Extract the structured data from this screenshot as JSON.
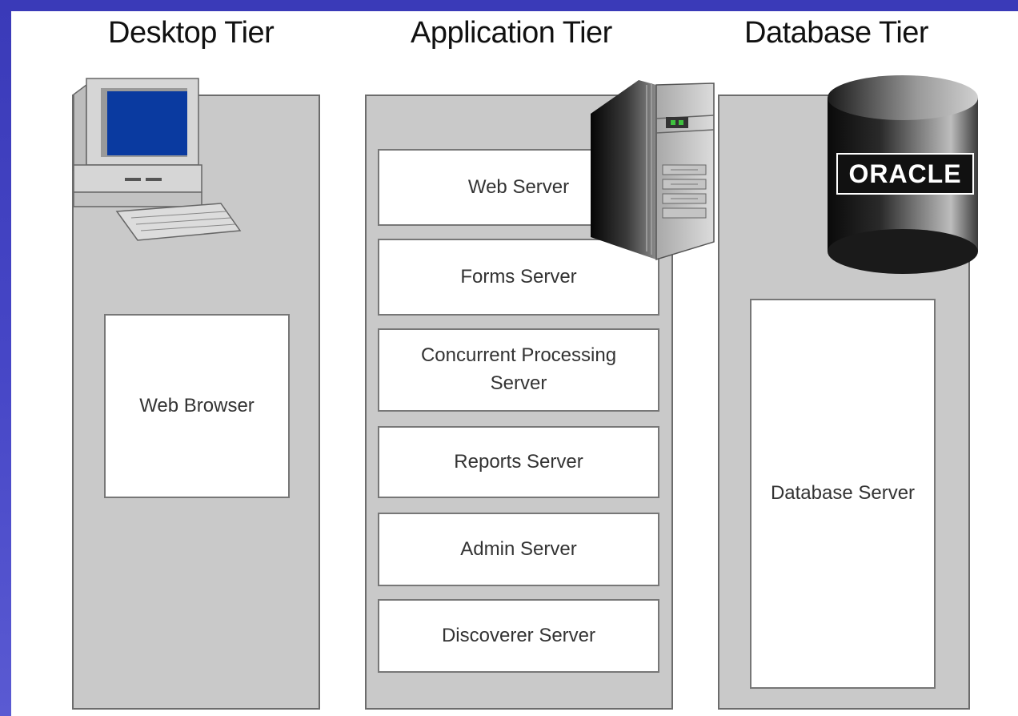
{
  "tiers": {
    "desktop": {
      "title": "Desktop Tier",
      "components": [
        "Web Browser"
      ]
    },
    "application": {
      "title": "Application Tier",
      "components": [
        "Web Server",
        "Forms Server",
        "Concurrent Processing Server",
        "Reports Server",
        "Admin Server",
        "Discoverer Server"
      ]
    },
    "database": {
      "title": "Database Tier",
      "components": [
        "Database Server"
      ],
      "logo_text": "ORACLE"
    }
  },
  "icons": {
    "desktop": "desktop-computer-icon",
    "application": "server-tower-icon",
    "database": "database-cylinder-icon"
  },
  "colors": {
    "frame": "#4040c0",
    "panel": "#c9c9c9",
    "screen": "#0a3aa0"
  }
}
